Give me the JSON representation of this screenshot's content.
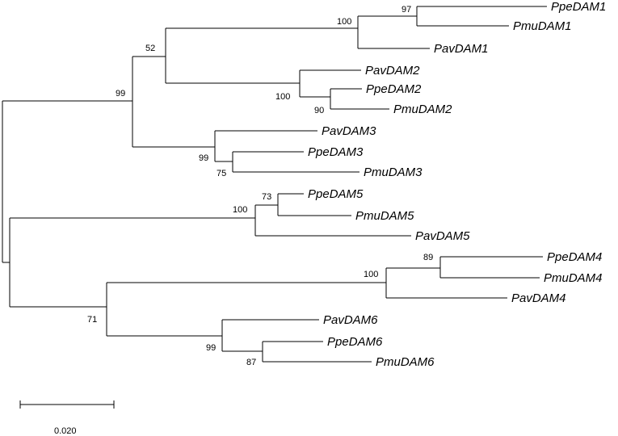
{
  "tree": {
    "taxa": {
      "ppe_dam1": "PpeDAM1",
      "pmu_dam1": "PmuDAM1",
      "pav_dam1": "PavDAM1",
      "pav_dam2": "PavDAM2",
      "ppe_dam2": "PpeDAM2",
      "pmu_dam2": "PmuDAM2",
      "pav_dam3": "PavDAM3",
      "ppe_dam3": "PpeDAM3",
      "pmu_dam3": "PmuDAM3",
      "ppe_dam5": "PpeDAM5",
      "pmu_dam5": "PmuDAM5",
      "pav_dam5": "PavDAM5",
      "ppe_dam4": "PpeDAM4",
      "pmu_dam4": "PmuDAM4",
      "pav_dam4": "PavDAM4",
      "pav_dam6": "PavDAM6",
      "ppe_dam6": "PpeDAM6",
      "pmu_dam6": "PmuDAM6"
    },
    "bootstrap": {
      "dam1_inner": "97",
      "dam1_clade": "100",
      "dam12_clade": "52",
      "dam2_clade": "100",
      "dam2_inner": "90",
      "dam123_clade": "99",
      "dam3_clade": "99",
      "dam3_inner": "75",
      "dam5_inner": "73",
      "dam5_clade": "100",
      "dam4_inner": "89",
      "dam4_clade": "100",
      "dam46_clade": "71",
      "dam6_clade": "99",
      "dam6_inner": "87"
    },
    "scale_bar": {
      "label": "0.020"
    }
  }
}
